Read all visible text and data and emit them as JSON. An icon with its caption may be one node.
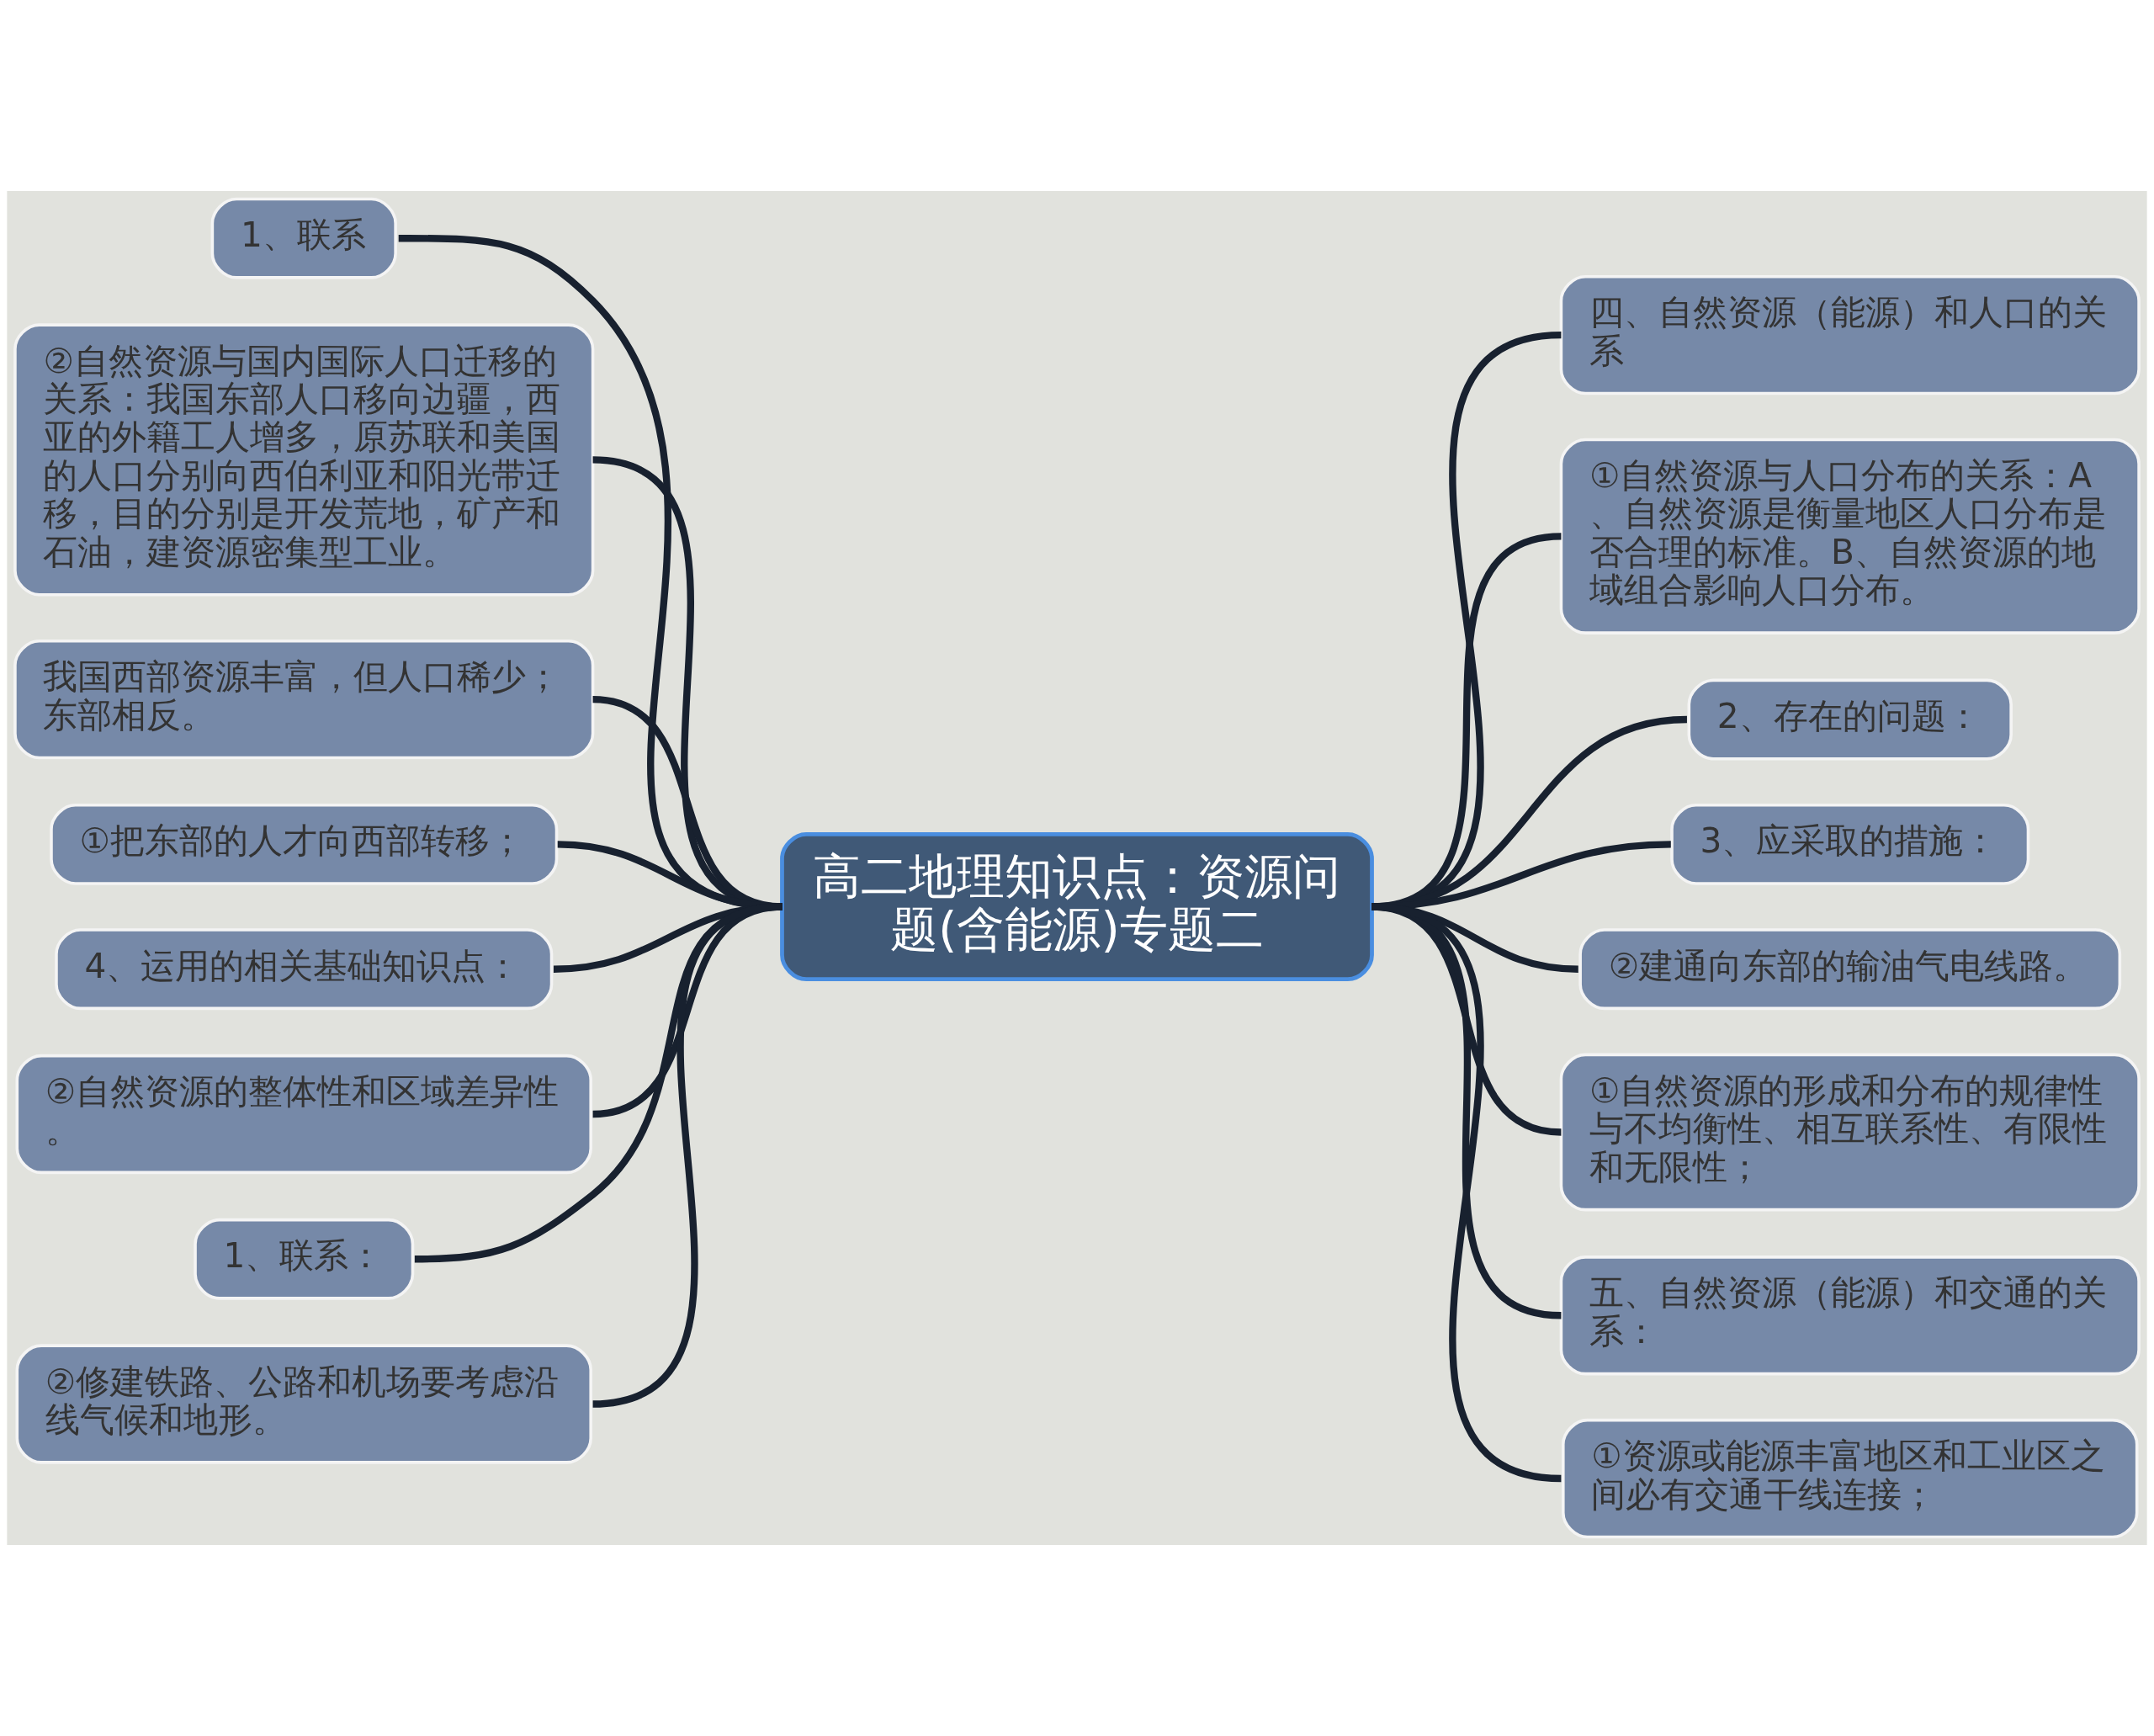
{
  "diagram": {
    "nodes": [
      {
        "text": [
          "高二地理知识点：资源问题(含能源)专题二"
        ]
      },
      {
        "text": [
          "1、联系"
        ]
      },
      {
        "text": [
          "②自然资源与国内国际人口迁移的关系：我国东部人口移向边疆，西亚的外籍工人增多，原苏联和美国的人口分别向西伯利亚和阳光带迁移，目的分别是开发荒地，矿产和石油，建资源密集型工业。"
        ]
      },
      {
        "text": [
          "我国西部资源丰富，但人口稀少；东部相反。"
        ]
      },
      {
        "text": [
          "①把东部的人才向西部转移；"
        ]
      },
      {
        "text": [
          "4、运用的相关基础知识点："
        ]
      },
      {
        "text": [
          "②自然资源的整体性和区域差异性。"
        ]
      },
      {
        "text": [
          "1、联系："
        ]
      },
      {
        "text": [
          "②修建铁路、公路和机场要考虑沿线气候和地形。"
        ]
      },
      {
        "text": [
          "四、自然资源（能源）和人口的关系"
        ]
      },
      {
        "text": [
          "①自然资源与人口分布的关系：A、自然资源是衡量地区人口分布是否合理的标准。B、自然资源的地域组合影响人口分布。"
        ]
      },
      {
        "text": [
          "2、存在的问题："
        ]
      },
      {
        "text": [
          "3、应采取的措施："
        ]
      },
      {
        "text": [
          "②建通向东部的输油气电线路。"
        ]
      },
      {
        "text": [
          "①自然资源的形成和分布的规律性与不均衡性、相互联系性、有限性和无限性；"
        ]
      },
      {
        "text": [
          "五、自然资源（能源）和交通的关系："
        ]
      },
      {
        "text": [
          "①资源或能源丰富地区和工业区之间必有交通干线连接；"
        ]
      }
    ],
    "edges": [
      {
        "from": 1,
        "to": 0,
        "arrow": "none"
      },
      {
        "from": 2,
        "to": 0,
        "arrow": "none"
      },
      {
        "from": 3,
        "to": 0,
        "arrow": "none"
      },
      {
        "from": 4,
        "to": 0,
        "arrow": "none"
      },
      {
        "from": 5,
        "to": 0,
        "arrow": "none"
      },
      {
        "from": 6,
        "to": 0,
        "arrow": "none"
      },
      {
        "from": 7,
        "to": 0,
        "arrow": "none"
      },
      {
        "from": 8,
        "to": 0,
        "arrow": "none"
      },
      {
        "from": 0,
        "to": 9,
        "arrow": "none"
      },
      {
        "from": 0,
        "to": 10,
        "arrow": "none"
      },
      {
        "from": 0,
        "to": 11,
        "arrow": "none"
      },
      {
        "from": 0,
        "to": 12,
        "arrow": "none"
      },
      {
        "from": 0,
        "to": 13,
        "arrow": "none"
      },
      {
        "from": 0,
        "to": 14,
        "arrow": "none"
      },
      {
        "from": 0,
        "to": 15,
        "arrow": "none"
      },
      {
        "from": 0,
        "to": 16,
        "arrow": "none"
      }
    ]
  }
}
